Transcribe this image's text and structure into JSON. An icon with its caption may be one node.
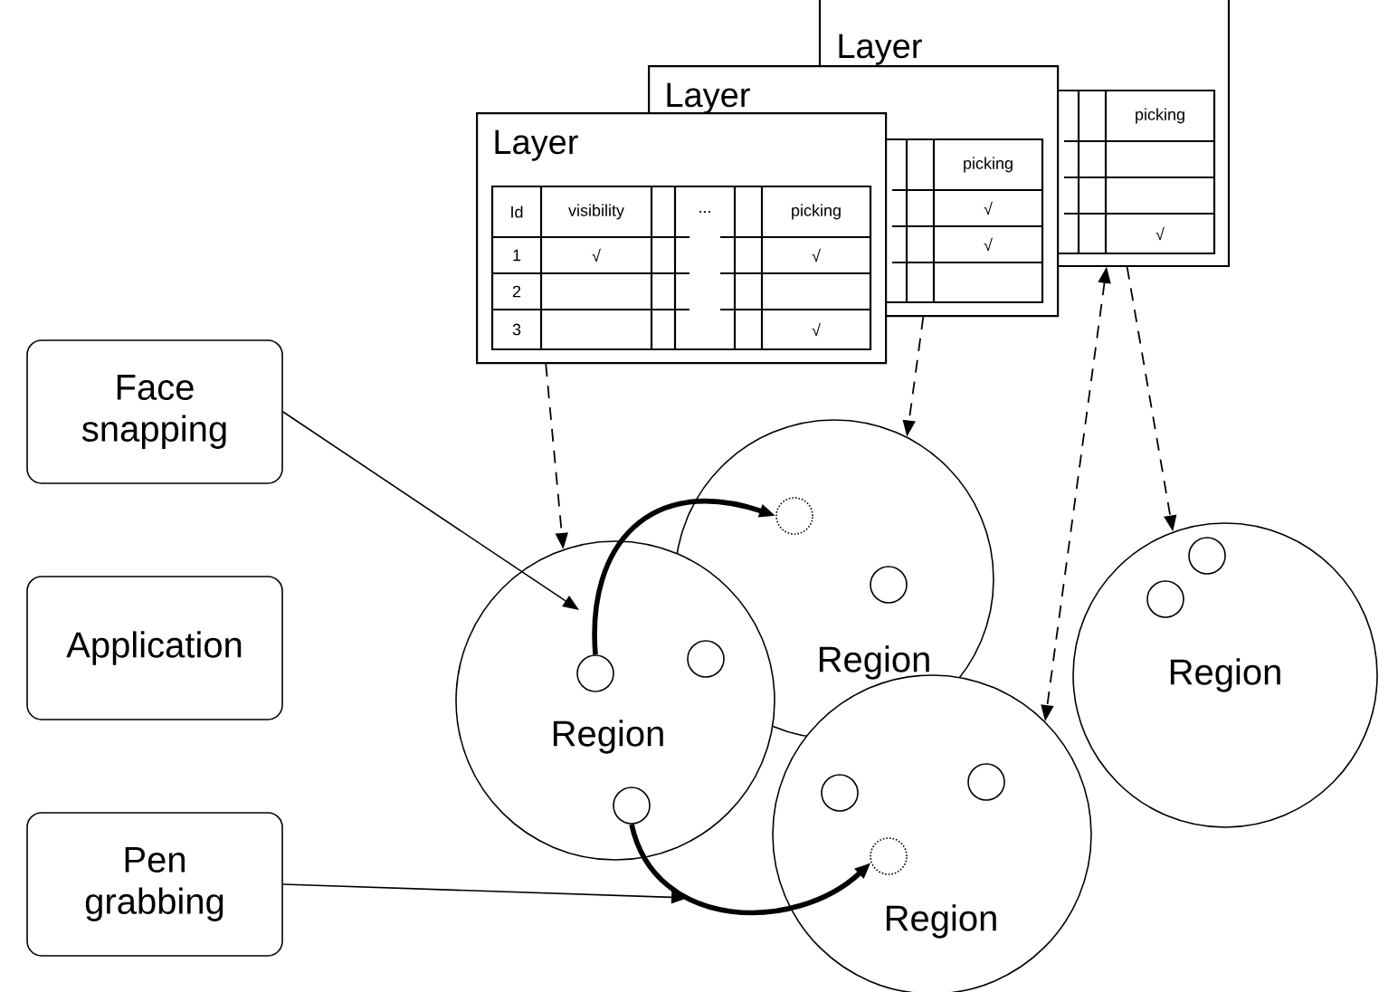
{
  "diagram": {
    "nodes": [
      {
        "text": [
          "Layer",
          "picking",
          "√"
        ]
      },
      {
        "text": [
          "Layer",
          "picking",
          "√",
          "√"
        ]
      },
      {
        "text": [
          "Layer",
          "Id",
          "visibility",
          "...",
          "picking",
          "1",
          "√",
          "√",
          "2",
          "3",
          "√"
        ]
      },
      {
        "text": [
          "Face snapping"
        ]
      },
      {
        "text": [
          "Application"
        ]
      },
      {
        "text": [
          "Pen grabbing"
        ]
      },
      {
        "text": [
          "Region"
        ]
      },
      {
        "text": [
          "Region"
        ]
      },
      {
        "text": [
          "Region"
        ]
      },
      {
        "text": [
          "Region"
        ]
      },
      {
        "text": [],
        "shape": "circle",
        "in": 7
      },
      {
        "text": [],
        "shape": "circle"
      },
      {
        "text": [],
        "shape": "circle",
        "in": 7
      },
      {
        "text": [],
        "shape": "circle",
        "in": 6
      },
      {
        "text": [],
        "shape": "circle",
        "in": 6
      },
      {
        "text": [],
        "shape": "circle",
        "in": 8
      },
      {
        "text": [],
        "shape": "circle",
        "in": 8
      },
      {
        "text": [],
        "shape": "circle",
        "in": 8
      },
      {
        "text": [],
        "shape": "circle",
        "in": 9
      },
      {
        "text": [],
        "shape": "circle",
        "in": 9
      }
    ],
    "edges": [
      {
        "from": 2,
        "to": 7,
        "arrow": "to",
        "style": "dashed"
      },
      {
        "from": 1,
        "to": 6,
        "arrow": "to",
        "style": "dashed"
      },
      {
        "from": 0,
        "to": 8,
        "arrow": "both",
        "style": "dashed"
      },
      {
        "from": 0,
        "to": 9,
        "arrow": "to",
        "style": "dashed"
      },
      {
        "from": 3,
        "to": null,
        "arrow": "to"
      },
      {
        "from": 5,
        "to": null,
        "arrow": "to"
      },
      {
        "from": 10,
        "to": 13,
        "arrow": "to",
        "style": "thick"
      },
      {
        "from": 12,
        "to": 17,
        "arrow": "to",
        "style": "thick"
      }
    ]
  }
}
